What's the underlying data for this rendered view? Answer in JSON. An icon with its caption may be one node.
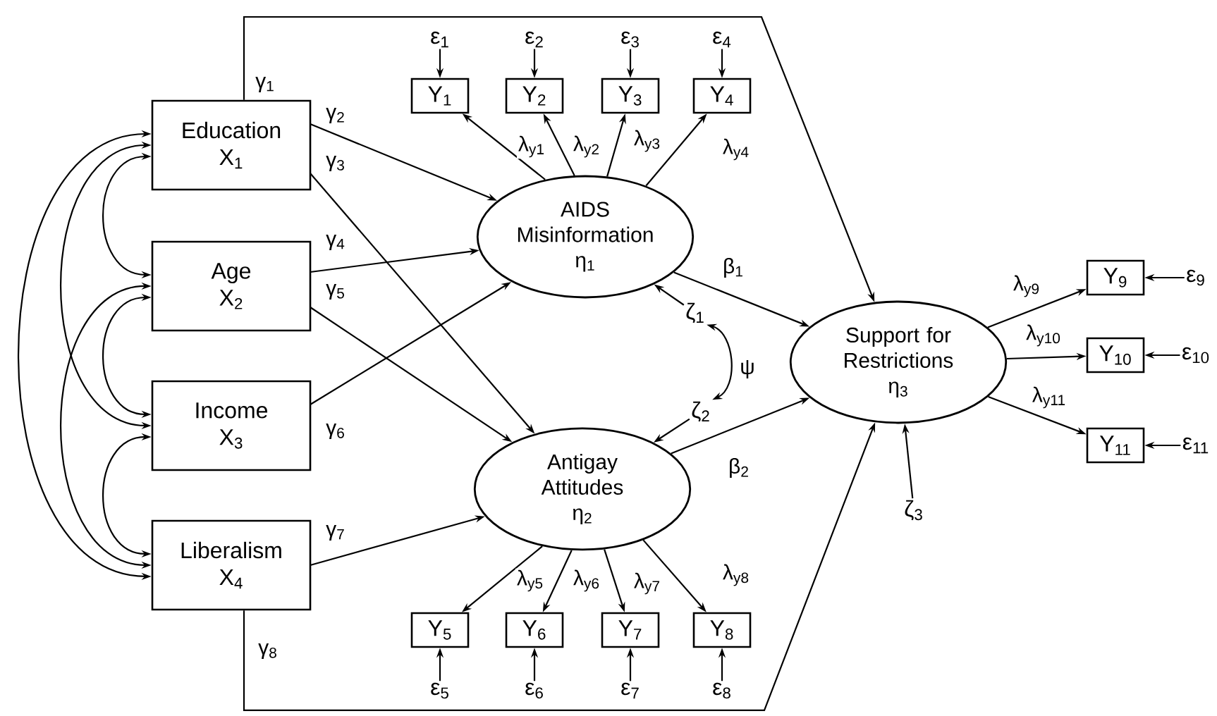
{
  "diagram": {
    "nodes": [
      {
        "text": [
          "Education",
          "X$_{1}$"
        ]
      },
      {
        "text": [
          "Age",
          "X$_{2}$"
        ]
      },
      {
        "text": [
          "Income",
          "X$_{3}$"
        ]
      },
      {
        "text": [
          "Liberalism",
          "X$_{4}$"
        ]
      },
      {
        "text": [
          "AIDS Misinformation",
          "η$_{1}$"
        ]
      },
      {
        "text": [
          "Antigay Attitudes",
          "η$_{2}$"
        ]
      },
      {
        "text": [
          "Support for Restrictions",
          "η$_{3}$"
        ]
      },
      {
        "text": [
          "Y$_{1}$"
        ]
      },
      {
        "text": [
          "Y$_{2}$"
        ]
      },
      {
        "text": [
          "Y$_{3}$"
        ]
      },
      {
        "text": [
          "Y$_{4}$"
        ]
      },
      {
        "text": [
          "Y$_{5}$"
        ]
      },
      {
        "text": [
          "Y$_{6}$"
        ]
      },
      {
        "text": [
          "Y$_{7}$"
        ]
      },
      {
        "text": [
          "Y$_{8}$"
        ]
      },
      {
        "text": [
          "Y$_{9}$"
        ]
      },
      {
        "text": [
          "Y$_{10}$"
        ]
      },
      {
        "text": [
          "Y$_{11}$"
        ]
      },
      {
        "text": [
          "ε$_{1}$"
        ]
      },
      {
        "text": [
          "ε$_{2}$"
        ]
      },
      {
        "text": [
          "ε$_{3}$"
        ]
      },
      {
        "text": [
          "ε$_{4}$"
        ]
      },
      {
        "text": [
          "ε$_{5}$"
        ]
      },
      {
        "text": [
          "ε$_{6}$"
        ]
      },
      {
        "text": [
          "ε$_{7}$"
        ]
      },
      {
        "text": [
          "ε$_{8}$"
        ]
      },
      {
        "text": [
          "ε$_{9}$"
        ]
      },
      {
        "text": [
          "ε$_{10}$"
        ]
      },
      {
        "text": [
          "ε$_{11}$"
        ]
      },
      {
        "text": [
          "ζ$_{1}$"
        ]
      },
      {
        "text": [
          "ζ$_{2}$"
        ]
      },
      {
        "text": [
          "ζ$_{3}$"
        ]
      }
    ],
    "edges": [
      {
        "from": 0,
        "to": 4,
        "arrow": "to",
        "label": "γ$_{2}$"
      },
      {
        "from": 0,
        "to": 5,
        "arrow": "to",
        "label": "γ$_{3}$"
      },
      {
        "from": 1,
        "to": 4,
        "arrow": "to",
        "label": "γ$_{4}$"
      },
      {
        "from": 1,
        "to": 5,
        "arrow": "to",
        "label": "γ$_{5}$"
      },
      {
        "from": 2,
        "to": 4,
        "arrow": "to",
        "label": "γ$_{6}$"
      },
      {
        "from": 3,
        "to": 5,
        "arrow": "to",
        "label": "γ$_{7}$"
      },
      {
        "from": 0,
        "to": 6,
        "arrow": "to",
        "label": "γ$_{1}$"
      },
      {
        "from": 3,
        "to": 6,
        "arrow": "to",
        "label": "γ$_{8}$"
      },
      {
        "from": 4,
        "to": 6,
        "arrow": "to",
        "label": "β$_{1}$"
      },
      {
        "from": 5,
        "to": 6,
        "arrow": "to",
        "label": "β$_{2}$"
      },
      {
        "from": 4,
        "to": 7,
        "arrow": "to",
        "label": "λ$_{y1}$"
      },
      {
        "from": 4,
        "to": 8,
        "arrow": "to",
        "label": "λ$_{y2}$"
      },
      {
        "from": 4,
        "to": 9,
        "arrow": "to",
        "label": "λ$_{y3}$"
      },
      {
        "from": 4,
        "to": 10,
        "arrow": "to",
        "label": "λ$_{y4}$"
      },
      {
        "from": 5,
        "to": 11,
        "arrow": "to",
        "label": "λ$_{y5}$"
      },
      {
        "from": 5,
        "to": 12,
        "arrow": "to",
        "label": "λ$_{y6}$"
      },
      {
        "from": 5,
        "to": 13,
        "arrow": "to",
        "label": "λ$_{y7}$"
      },
      {
        "from": 5,
        "to": 14,
        "arrow": "to",
        "label": "λ$_{y8}$"
      },
      {
        "from": 6,
        "to": 15,
        "arrow": "to",
        "label": "λ$_{y9}$"
      },
      {
        "from": 6,
        "to": 16,
        "arrow": "to",
        "label": "λ$_{y10}$"
      },
      {
        "from": 6,
        "to": 17,
        "arrow": "to",
        "label": "λ$_{y11}$"
      },
      {
        "from": 18,
        "to": 7,
        "arrow": "to"
      },
      {
        "from": 19,
        "to": 8,
        "arrow": "to"
      },
      {
        "from": 20,
        "to": 9,
        "arrow": "to"
      },
      {
        "from": 21,
        "to": 10,
        "arrow": "to"
      },
      {
        "from": 22,
        "to": 11,
        "arrow": "to"
      },
      {
        "from": 23,
        "to": 12,
        "arrow": "to"
      },
      {
        "from": 24,
        "to": 13,
        "arrow": "to"
      },
      {
        "from": 25,
        "to": 14,
        "arrow": "to"
      },
      {
        "from": 26,
        "to": 15,
        "arrow": "to"
      },
      {
        "from": 27,
        "to": 16,
        "arrow": "to"
      },
      {
        "from": 28,
        "to": 17,
        "arrow": "to"
      },
      {
        "from": 29,
        "to": 4,
        "arrow": "to"
      },
      {
        "from": 30,
        "to": 5,
        "arrow": "to"
      },
      {
        "from": 31,
        "to": 6,
        "arrow": "to"
      },
      {
        "from": 29,
        "to": 30,
        "arrow": "both",
        "label": "ψ"
      },
      {
        "from": 0,
        "to": 1,
        "arrow": "both"
      },
      {
        "from": 0,
        "to": 2,
        "arrow": "both"
      },
      {
        "from": 0,
        "to": 3,
        "arrow": "both"
      },
      {
        "from": 1,
        "to": 2,
        "arrow": "both"
      },
      {
        "from": 1,
        "to": 3,
        "arrow": "both"
      },
      {
        "from": 2,
        "to": 3,
        "arrow": "both"
      }
    ]
  }
}
